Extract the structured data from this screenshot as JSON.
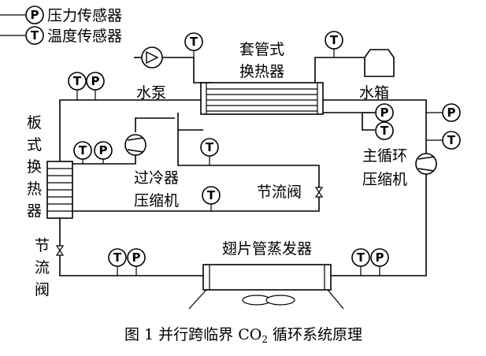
{
  "legend": {
    "pressure_symbol": "P",
    "pressure_label": "压力传感器",
    "temperature_symbol": "T",
    "temperature_label": "温度传感器"
  },
  "components": {
    "pump": "水泵",
    "tube_hx_line1": "套管式",
    "tube_hx_line2": "换热器",
    "water_tank": "水箱",
    "plate_hx": [
      "板",
      "式",
      "换",
      "热",
      "器"
    ],
    "subcool_line1": "过冷器",
    "subcool_line2": "压缩机",
    "main_comp_line1": "主循环",
    "main_comp_line2": "压缩机",
    "throttle_right": "节流阀",
    "throttle_left": [
      "节",
      "流",
      "阀"
    ],
    "evaporator": "翅片管蒸发器"
  },
  "caption": {
    "prefix": "图 1  并行跨临界 CO",
    "subscript": "2",
    "suffix": " 循环系统原理"
  }
}
